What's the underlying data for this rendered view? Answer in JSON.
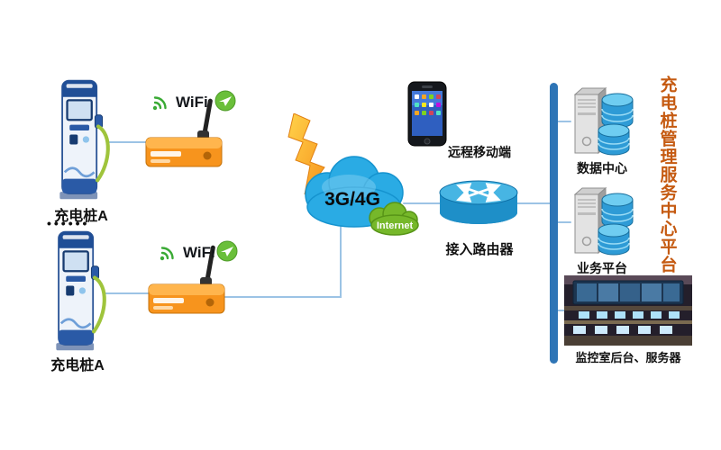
{
  "colors": {
    "line": "#9cc3e5",
    "bar": "#2e75b6",
    "title": "#c55a11",
    "label": "#111111",
    "module": "#f7941d",
    "cloud_blue": "#2aabe4",
    "cloud_green": "#76b82a",
    "router": "#1e8fc8",
    "db": "#2e9bd6",
    "charger": "#2a5aa6",
    "wifi_green": "#3aaa35"
  },
  "nodes": {
    "charger_top_label": "充电桩A",
    "charger_bottom_label": "充电桩A",
    "ellipsis": "••••••",
    "wifi_label": "WiFi",
    "cloud_label": "3G/4G",
    "internet_label": "Internet",
    "router_label": "接入路由器",
    "phone_label": "远程移动端",
    "data_center_label": "数据中心",
    "business_label": "业务平台",
    "monitor_label": "监控室后台、服务器",
    "platform_title": "充电桩管理服务中心平台"
  }
}
